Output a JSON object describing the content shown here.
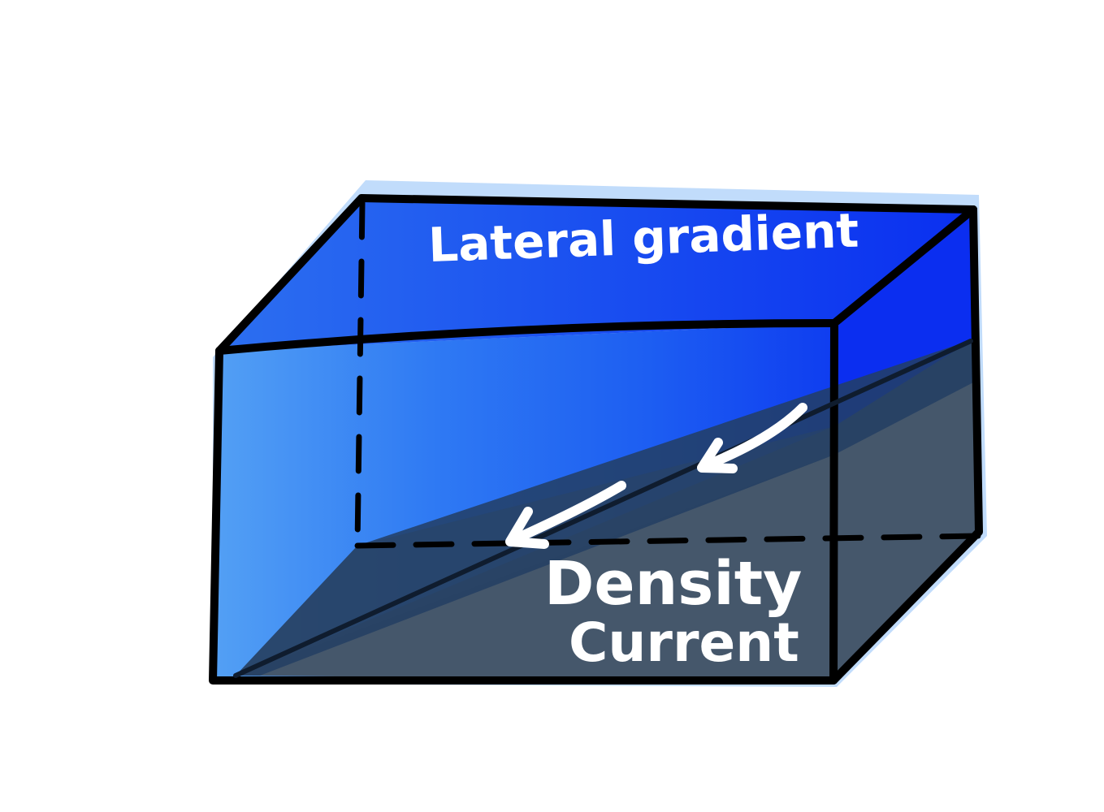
{
  "diagram": {
    "labels": {
      "top": "Lateral gradient",
      "density_line1": "Density",
      "density_line2": "Current"
    },
    "colors": {
      "background": "#ffffff",
      "light_water": "#53a0f4",
      "mid_water": "#2a6ff2",
      "deep_water": "#0b2ef0",
      "top_face": "#1148ee",
      "dense_layer": "#45576b",
      "dense_layer_dark": "#233e63",
      "outline": "#000000",
      "label": "#ffffff"
    },
    "icons": [
      "flow-arrow-icon",
      "flow-arrow-icon"
    ]
  }
}
